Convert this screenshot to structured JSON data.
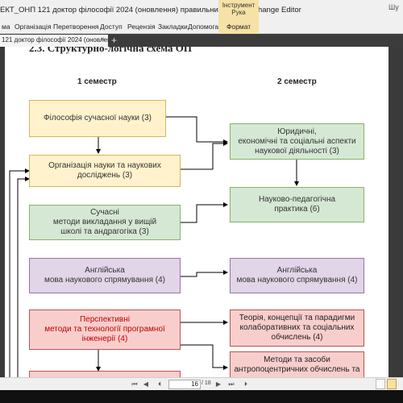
{
  "window": {
    "title": "ЕКТ_ОНП 121 доктор філософії 2024 (оновлення) правильний - PDF-XChange Editor",
    "context_tab": "Інструмент Рука",
    "right_text": "Шу"
  },
  "menu": {
    "items": [
      "ма",
      "Організація",
      "Перетворення",
      "Доступ",
      "Рецензія",
      "Закладки",
      "Допомога"
    ],
    "active": "Формат"
  },
  "tabs": {
    "doc_tab": "121 доктор філософії 2024 (оновленн..",
    "close": "×",
    "new_tab": "+"
  },
  "document": {
    "heading": "2.3. Структурно-логічна схема ОП",
    "semester1": "1 семестр",
    "semester2": "2 семестр",
    "left_boxes": [
      {
        "lines": [
          "Філософія сучасної науки (3)"
        ]
      },
      {
        "lines": [
          "Організація науки та наукових",
          "досліджень (3)"
        ]
      },
      {
        "lines": [
          "Сучасні",
          "методи викладання у вищій",
          "школі та андрагогіка (3)"
        ]
      },
      {
        "lines": [
          "Англійська",
          "мова наукового спрямування (4)"
        ]
      },
      {
        "lines": [
          "Перспективні",
          "методи та технології програмної",
          "інженерії (4)"
        ]
      }
    ],
    "right_boxes": [
      {
        "lines": [
          "Юридичні,",
          "економічні та соціальні аспекти",
          "наукової діяльності (3)"
        ]
      },
      {
        "lines": [
          "Науково-педагогічна",
          "практика (6)"
        ]
      },
      {
        "lines": [
          "Англійська",
          "мова наукового спрямування (4)"
        ]
      },
      {
        "lines": [
          "Теорія, концепції та парадигми",
          "колаборативних та соціальних",
          "обчислень (4)"
        ]
      },
      {
        "lines": [
          "Методи та засоби",
          "антропоцентричних обчислень та"
        ]
      }
    ]
  },
  "statusbar": {
    "page_current": "16",
    "page_total": "/ 18"
  },
  "colors": {
    "yellow_fill": "#fff2cc",
    "green_fill": "#d5e8d4",
    "purple_fill": "#e1d5e7",
    "red_fill": "#f8cecc",
    "context_tab": "#f6e2a6"
  }
}
